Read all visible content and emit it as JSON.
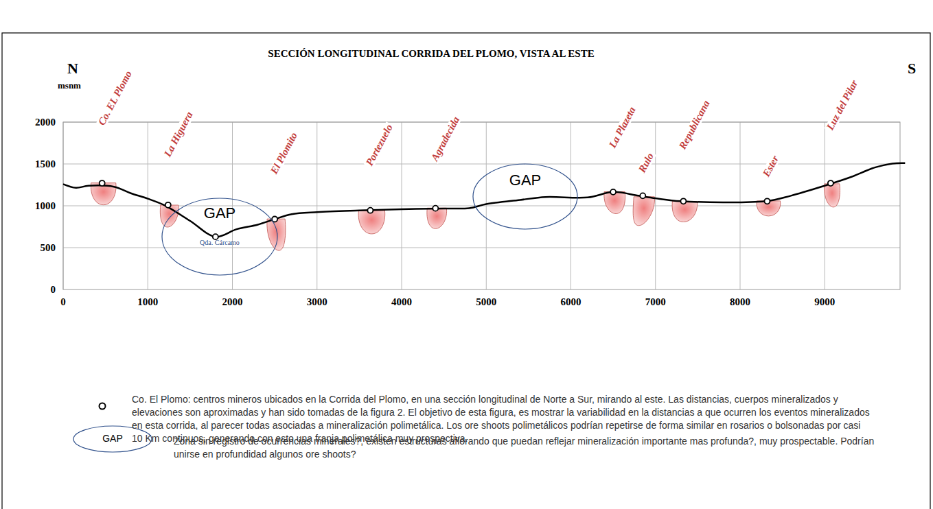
{
  "diagram": {
    "title": "SECCIÓN LONGITUDINAL CORRIDA DEL PLOMO, VISTA AL ESTE",
    "nodes": [
      {
        "text": [
          "GAP",
          "Qda. Cárcamo"
        ]
      },
      {
        "text": [
          "GAP"
        ]
      },
      {
        "text": [
          "GAP"
        ]
      }
    ],
    "labels": [
      "N",
      "S",
      "msnm",
      "2000",
      "1500",
      "1000",
      "500",
      "0",
      "0",
      "1000",
      "2000",
      "3000",
      "4000",
      "5000",
      "6000",
      "7000",
      "8000",
      "9000",
      "Co. EL Plomo",
      "La Higuera",
      "El Plomito",
      "Portezuelo",
      "Agradecida",
      "La Plazeta",
      "Rulo",
      "Republicana",
      "Ester",
      "Luz del Pilar"
    ],
    "legend": [
      {
        "text": "Co. El Plomo: centros mineros ubicados en la Corrida del Plomo, en una sección longitudinal de Norte a Sur, mirando al este. Las distancias, cuerpos mineralizados y elevaciones son aproximadas  y han sido tomadas de la figura 2. El objetivo de esta figura, es mostrar la variabilidad en la distancias a que ocurren los eventos mineralizados en esta corrida, al parecer todas asociadas a mineralización polimetálica. Los ore shoots polimetálicos podrían repetirse de forma similar en rosarios o bolsonadas por casi 10 Km continuos, generando con esto una franja polimetálica muy prospectiva."
      },
      {
        "text": "Zona sin registro de ocurrencias minerales?, existen estructuras aflorando que puedan reflejar mineralización importante mas profunda?, muy prospectable. Podrían unirse en profundidad algunos ore shoots?"
      }
    ]
  }
}
